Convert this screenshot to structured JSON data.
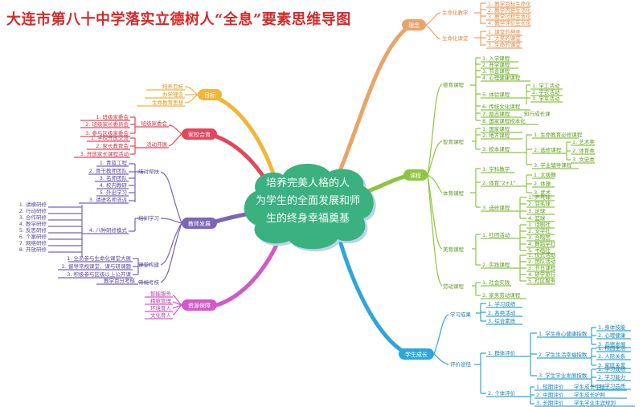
{
  "title": "大连市第八十中学落实立德树人“全息”要素思维导图",
  "center": {
    "lines": [
      "培养完美人格的人",
      "为学生的全面发展和师",
      "生的终身幸福奠基"
    ]
  },
  "colors": {
    "title": "#d42a2a",
    "center_fill": "#3ab17e",
    "center_shadow": "#b9d4e9",
    "branch_orange": "#e8a56a",
    "branch_lgreen": "#8cc63f",
    "branch_blue": "#2ea7d8",
    "branch_yellow": "#f1b53b",
    "branch_red": "#e2475b",
    "branch_purple": "#7a65b6",
    "branch_pink": "#d557c9"
  },
  "branches": {
    "right_top": {
      "label": "理念",
      "subs": [
        {
          "label": "生命化教学",
          "items": [
            "1. 教学目标生命化",
            "2. 教学内容生活化",
            "3. 教学过程生本化",
            "4. 教学评价生长化"
          ]
        },
        {
          "label": "生命化课堂",
          "items": [
            "1. 课堂的神圣",
            "2. 大美的课堂",
            "3. 生命的课堂"
          ]
        }
      ]
    },
    "right_mid": {
      "label": "课程",
      "subs": [
        {
          "label": "德育课程",
          "items": [
            "1. 入学课程",
            "2. 开学课程",
            "3. 节会课程",
            "4. 心理健康课程",
            "5. 体验课程",
            "6. 传统文化课程",
            "7. 励志课程",
            "8. 国家课程校本化"
          ],
          "detail": [
            "1. 学工活动",
            "2. 学农活动",
            "3. 学军活动"
          ],
          "note": "知行成长课"
        },
        {
          "label": "智育课程",
          "items": [
            "1. 国家课程",
            "2. 地方课程",
            "3. 校本课程"
          ],
          "detail": [
            "1. 生命教育必修课程",
            "2. 选修课程",
            "3. 学业辅导课程"
          ],
          "arts": [
            "1. 艺术类",
            "2. 体育类",
            "3. 文史类"
          ]
        },
        {
          "label": "体育课程",
          "items": [
            "1. 学科教学",
            "2. 体育“2+1”",
            "3. 选修课程"
          ],
          "detail": [
            "1. 太极舞",
            "2. 体操",
            "3. 武术",
            "1. 乒乓球",
            "2. 羽毛球",
            "3. 足球",
            "4. 篮球"
          ]
        },
        {
          "label": "美育课程",
          "items": [
            "1. 社团活动",
            "2. 实践课程"
          ],
          "detail": [
            "1. 话剧社",
            "2. 文学社",
            "3. 合唱团",
            "4. 舞蹈学社",
            "5. 书画社",
            "1. 仪式活动",
            "2. 团队活动",
            "3. 节日课程",
            "4. 研学旅行",
            "5. 社区服务"
          ]
        },
        {
          "label": "劳动课程",
          "items": [
            "1. 社会实践",
            "2. 家务劳动课程"
          ]
        }
      ]
    },
    "right_bottom": {
      "label": "学生成长",
      "subs": [
        {
          "label": "学习成果",
          "items": [
            "1. 学习成绩",
            "2. 各类活动",
            "3. 综合素质"
          ]
        },
        {
          "label": "评价途径",
          "items": [
            "1. 群体评价",
            "2. 个体评价"
          ],
          "groups": [
            "1. 学生身心健康指数",
            "2. 学生生活幸福指数",
            "3. 学生学业发展指数"
          ],
          "detail": [
            "1. 身体技能",
            "2. 心理健康",
            "3. 品德发展",
            "1. 校园生活",
            "2. 人际关系",
            "3. 家庭关爱",
            "1. 学习成绩",
            "2. 学习能力",
            "3. 学习品质"
          ],
          "individual": [
            "1. 短期评价",
            "2. 中期评价",
            "3. 长期评价"
          ],
          "records": [
            "学生成长手册",
            "学生成长护照",
            "学生学业生涯规划"
          ]
        }
      ]
    },
    "left_top": {
      "label": "目标",
      "items": [
        "培养目标",
        "办学理念",
        "生命教育思想"
      ]
    },
    "left_home": {
      "label": "家校合育",
      "subs": [
        {
          "label": "班级家委会",
          "items": [
            "1. 班级家委会",
            "2. 班级家长委员会",
            "3. 参与区级家委会"
          ]
        },
        {
          "label": "活动开展",
          "items": [
            "1. 学校开放交流",
            "2. 家长教育会",
            "3. 开放家长课程活动"
          ]
        }
      ]
    },
    "left_teacher": {
      "label": "教师发展",
      "subs": [
        {
          "label": "结对帮扶",
          "items": [
            "1. 青蓝工程",
            "2. 骨干教师团队",
            "3. 名师团队",
            "4. 校内教研",
            "5. 外出学习",
            "3. 请进名师流派"
          ]
        },
        {
          "label": "培训学习",
          "items": [
            "1. 请横研修",
            "2. 行动研修",
            "3. 合作研修",
            "4. 教学研修",
            "5. 反思研修",
            "6. 个案研修",
            "7. 网络研修",
            "8. 开放研修"
          ],
          "mode": "4. 八种研修模式"
        },
        {
          "label": "课堂构建",
          "items": [
            "1. 全员参与生命化课堂大展",
            "2. 督导常规课堂、课与研课题",
            "3. 积极参与区级以上公开课"
          ]
        },
        {
          "label": "常规考核",
          "items": [
            "教学百分考核"
          ]
        }
      ]
    },
    "left_bottom": {
      "label": "资源保障",
      "items": [
        "智能服务",
        "精致管理",
        "环境育人",
        "文化育人"
      ]
    }
  }
}
